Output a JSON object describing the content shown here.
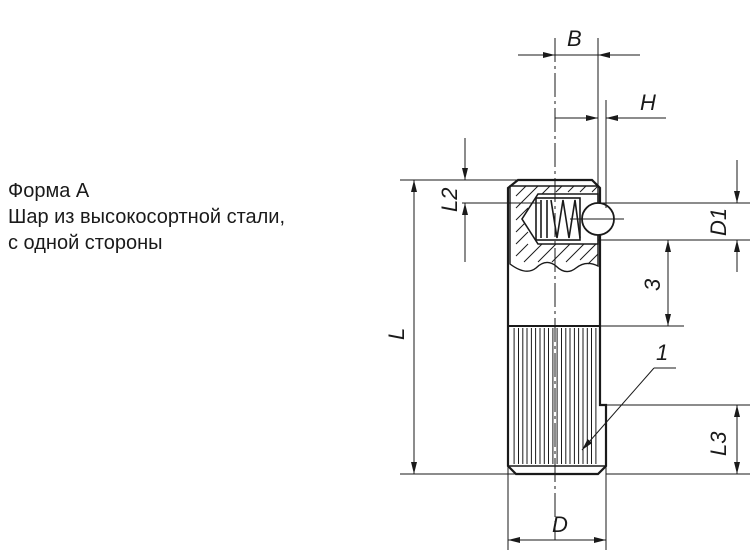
{
  "caption": {
    "line1": "Форма A",
    "line2": "Шар из высокосортной стали,",
    "line3": "с одной стороны"
  },
  "dimensions": {
    "B": "B",
    "H": "H",
    "L2": "L2",
    "D1": "D1",
    "three": "3",
    "L": "L",
    "one": "1",
    "L3": "L3",
    "D": "D"
  },
  "knurl_line_count": 20
}
